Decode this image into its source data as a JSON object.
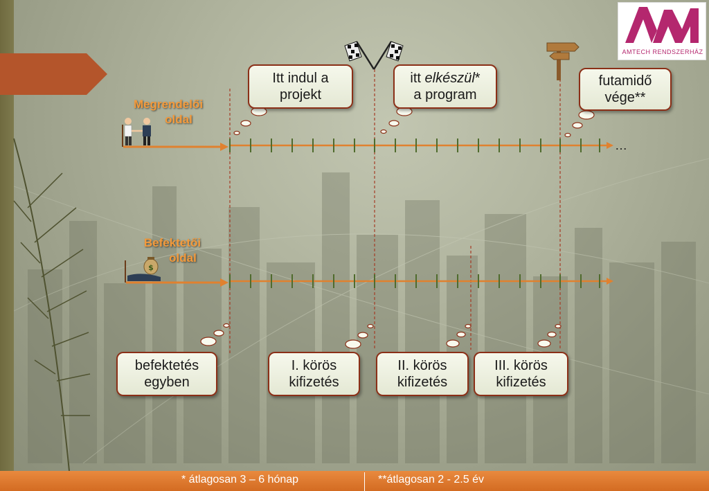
{
  "logo": {
    "text": "AMTECH RENDSZERHÁZ",
    "brand_color": "#b4276e"
  },
  "timeline": {
    "customer_side": {
      "line1": "Megrendelői",
      "line2": "oldal"
    },
    "investor_side": {
      "line1": "Befektetői",
      "line2": "oldal"
    },
    "ellipsis": "…",
    "top_bubbles": [
      {
        "line1": "Itt indul a",
        "line2": "projekt"
      },
      {
        "line1_plain": "itt ",
        "line1_italic": "elkészül",
        "line1_suffix": "*",
        "line2": "a program"
      },
      {
        "line1": "futamidő",
        "line2": "vége**"
      }
    ],
    "bottom_bubbles": [
      {
        "line1": "befektetés",
        "line2": "egyben"
      },
      {
        "line1": "I. körös",
        "line2": "kifizetés"
      },
      {
        "line1": "II. körös",
        "line2": "kifizetés"
      },
      {
        "line1": "III. körös",
        "line2": "kifizetés"
      }
    ],
    "icons": [
      "checkered-flags-icon",
      "signpost-icon",
      "handshake-people-icon",
      "money-bag-hand-icon"
    ],
    "colors": {
      "axis": "#e0812f",
      "tick": "#4f6b2d",
      "bubble_border": "#8b2f17",
      "label": "#f39a3c"
    }
  },
  "footer": {
    "note1": "* átlagosan 3 – 6 hónap",
    "note2": "**átlagosan 2 - 2.5 év"
  }
}
